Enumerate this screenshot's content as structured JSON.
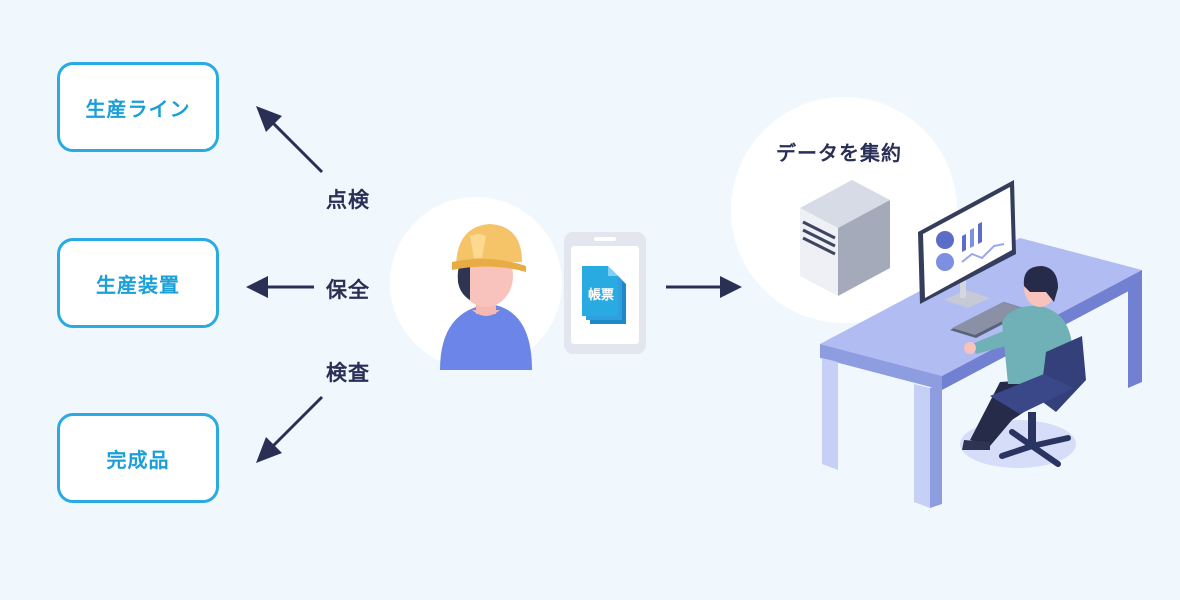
{
  "targets": {
    "production_line": "生産ライン",
    "production_equipment": "生産装置",
    "finished_product": "完成品"
  },
  "actions": {
    "inspection": "点検",
    "maintenance": "保全",
    "examination": "検査"
  },
  "document_badge": "帳票",
  "aggregate_label": "データを集約",
  "colors": {
    "accent": "#29abe2",
    "arrow": "#2a2f55",
    "background": "#f1f8fd",
    "desk": "#a5b3f0",
    "helmet": "#f6c468",
    "shirt": "#6b86e8"
  }
}
